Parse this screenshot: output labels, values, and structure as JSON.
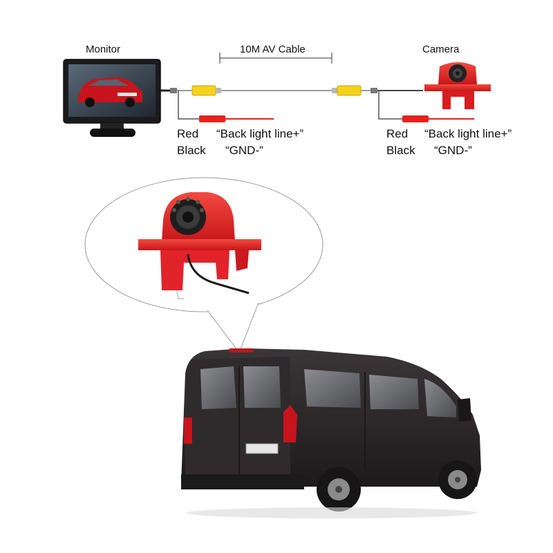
{
  "top": {
    "monitor_label": "Monitor",
    "cable_label": "10M AV Cable",
    "camera_label": "Camera"
  },
  "left_wiring": {
    "red_label": "Red",
    "black_label": "Black",
    "red_desc": "“Back light line+”",
    "black_desc": "“GND-”"
  },
  "right_wiring": {
    "red_label": "Red",
    "black_label": "Black",
    "red_desc": "“Back light line+”",
    "black_desc": "“GND-”"
  },
  "colors": {
    "camera_red": "#e4201f",
    "connector_yellow": "#f5d21a",
    "wire_red": "#e8221c",
    "van_body": "#2a2628",
    "cable_gray": "#9a9a9a"
  }
}
